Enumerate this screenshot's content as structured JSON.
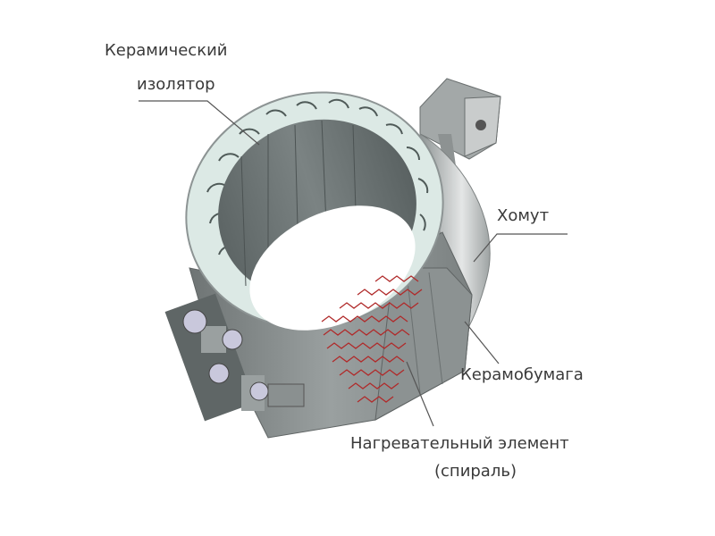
{
  "labels": {
    "ceramic_insulator_line1": "Керамический",
    "ceramic_insulator_line2": "изолятор",
    "clamp": "Хомут",
    "ceramic_paper": "Керамобумага",
    "heating_element_line1": "Нагревательный элемент",
    "heating_element_line2": "(спираль)"
  },
  "colors": {
    "ceramic": "#dce9e5",
    "metal": "#9a9f9f",
    "inner_wall": "#6c7473",
    "spiral": "#b02a2a"
  }
}
